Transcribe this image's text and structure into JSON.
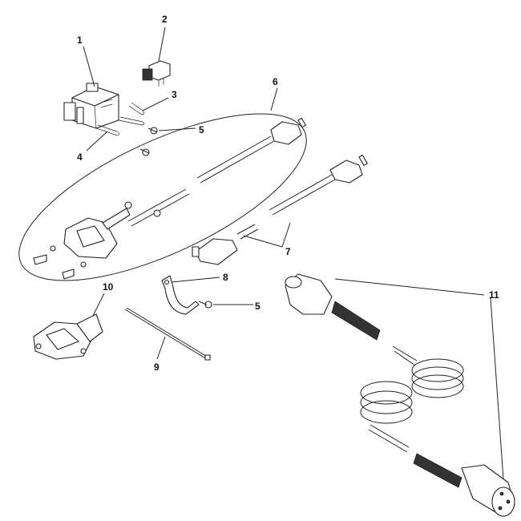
{
  "callouts": [
    "1",
    "2",
    "3",
    "4",
    "5",
    "6",
    "7",
    "8",
    "9",
    "10",
    "11",
    "5"
  ],
  "colors": {
    "ink": "#222222",
    "paper": "#ffffff"
  }
}
